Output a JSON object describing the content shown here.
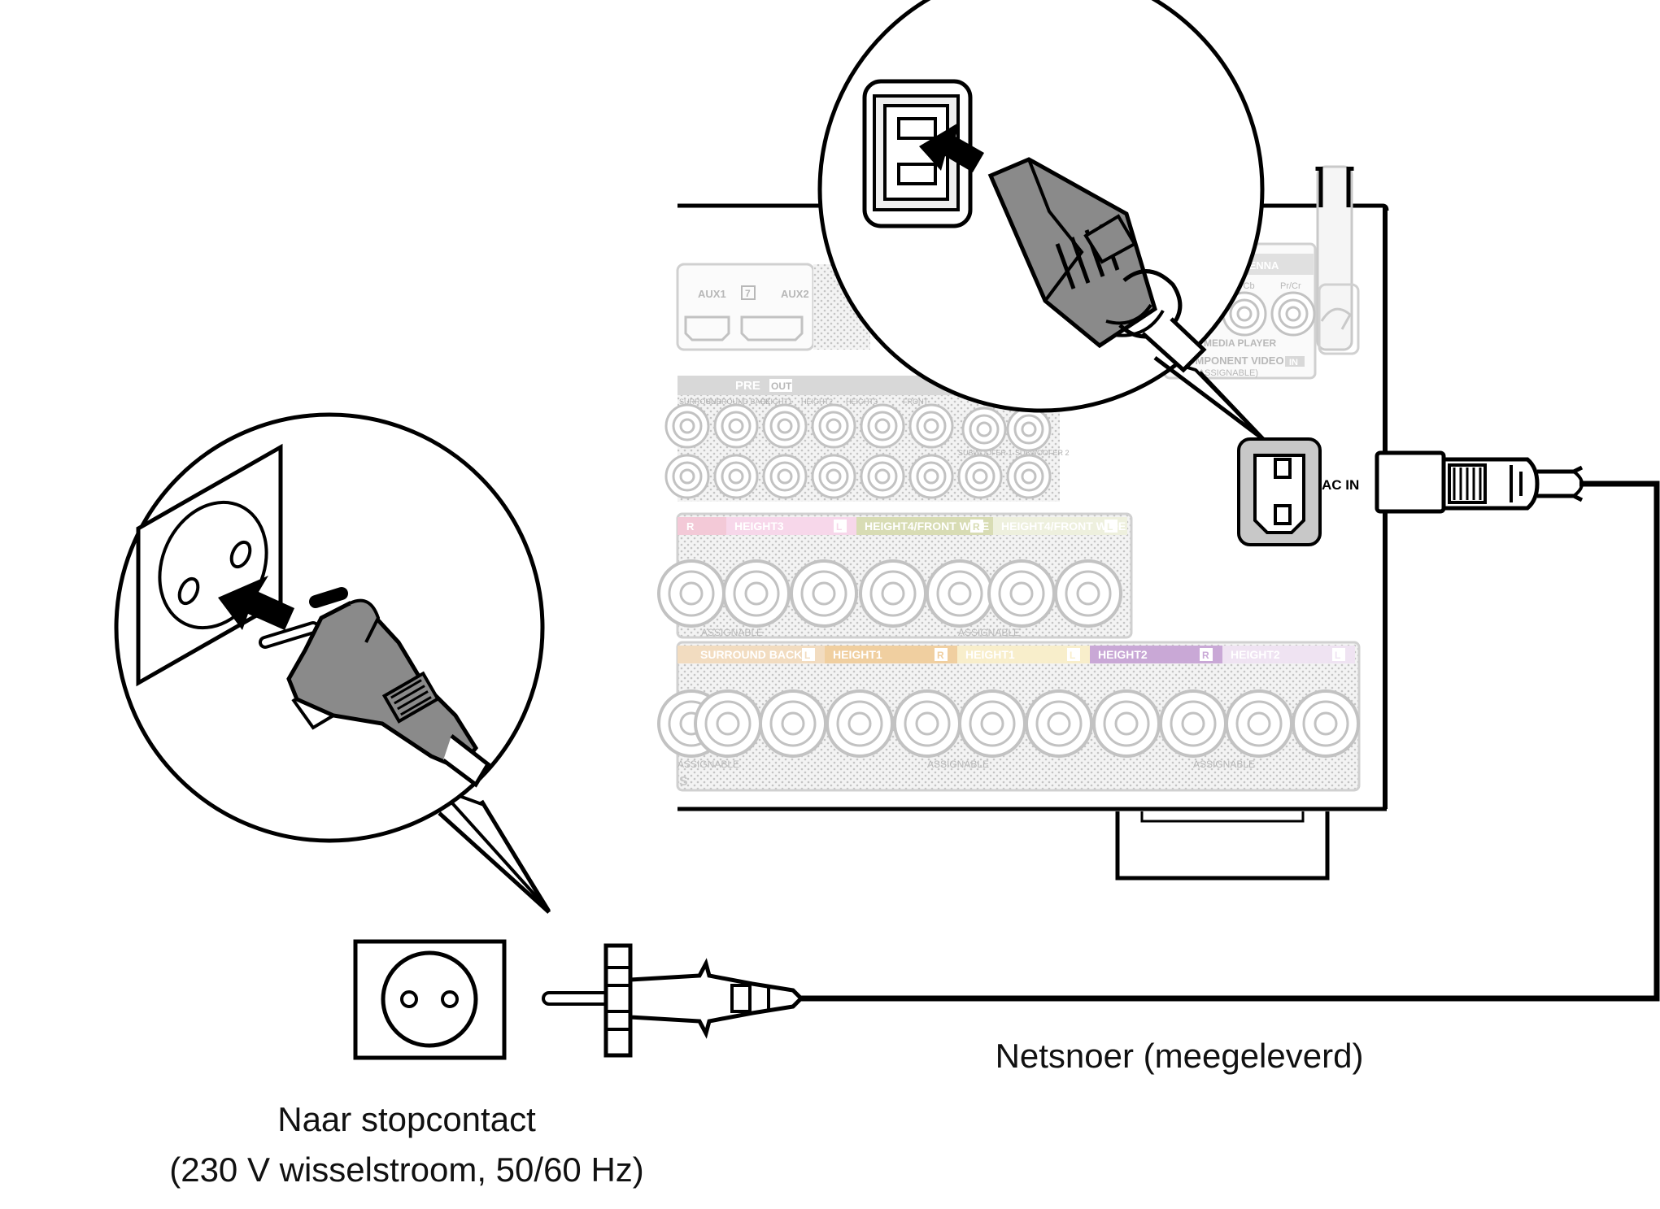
{
  "captions": {
    "outlet_line1": "Naar stopcontact",
    "outlet_line2": "(230 V wisselstroom, 50/60 Hz)",
    "cord": "Netsnoer (meegeleverd)"
  },
  "panel": {
    "ac_in": "AC IN",
    "wifi_antenna": "WI-FI ANTENNA",
    "aux1": "AUX1",
    "aux_num": "7",
    "aux2": "AUX2",
    "pre_out": "PRE",
    "out_badge": "OUT",
    "pb_cb": "Pb/Cb",
    "pr_cr": "Pr/Cr",
    "media_player": "MEDIA PLAYER",
    "component_video": "COMPONENT VIDEO",
    "in_badge": "IN",
    "assignable_paren": "(ASSIGNABLE)",
    "preout_labels": [
      "SURROUND",
      "SURROUND BACK",
      "HEIGHT1",
      "HEIGHT2",
      "HEIGHT3",
      "FRONT",
      "SUBWOOFER 1",
      "SUBWOOFER 2"
    ],
    "upper_groups": [
      {
        "label": "HEIGHT3",
        "side": "L",
        "color": "#f7d7ea"
      },
      {
        "label": "HEIGHT4/FRONT WIDE",
        "side": "R",
        "color": "#d8dcb4"
      },
      {
        "label": "HEIGHT4/FRONT WIDE",
        "side": "L",
        "color": "#eef0de"
      }
    ],
    "lower_groups": [
      {
        "label": "SURROUND BACK",
        "side": "L",
        "color": "#f2dcc0"
      },
      {
        "label": "HEIGHT1",
        "side": "R",
        "color": "#f0cfa0"
      },
      {
        "label": "HEIGHT1",
        "side": "L",
        "color": "#f8eecb"
      },
      {
        "label": "HEIGHT2",
        "side": "R",
        "color": "#c9a8d6"
      },
      {
        "label": "HEIGHT2",
        "side": "L",
        "color": "#efe3f2"
      }
    ],
    "assignable": "ASSIGNABLE",
    "r_badge": "R",
    "l_badge": "L",
    "s_fragment": "S"
  },
  "colors": {
    "line": "#000000",
    "plug_gray": "#8a8a8a",
    "panel_gray": "#c8c8c8",
    "panel_text": "#b8b8b8",
    "arrow": "#000000"
  }
}
